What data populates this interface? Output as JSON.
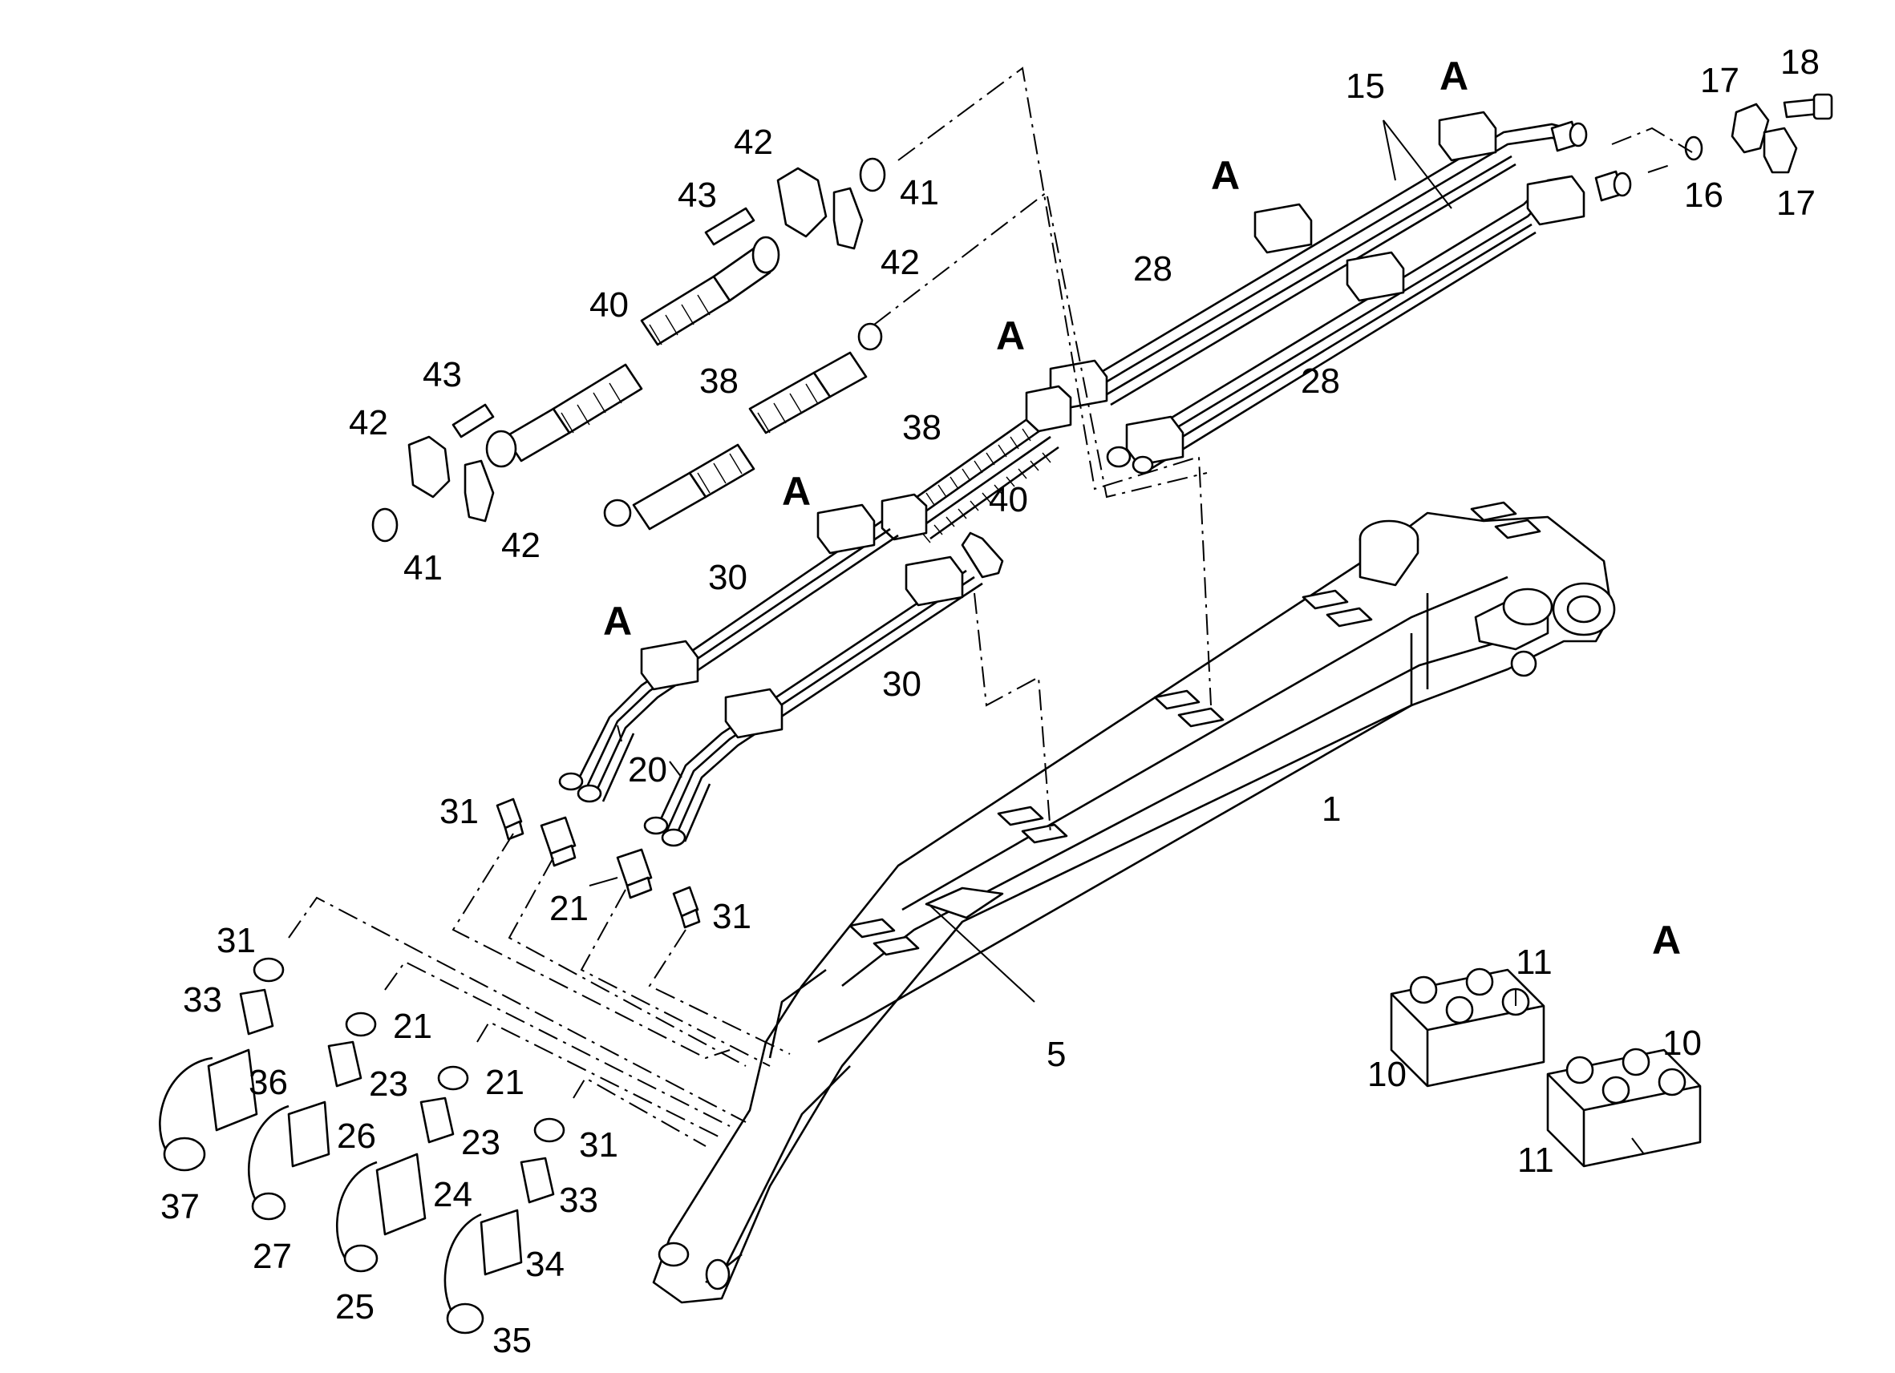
{
  "callouts": {
    "c1": "1",
    "c5": "5",
    "c10a": "10",
    "c10b": "10",
    "c11a": "11",
    "c11b": "11",
    "c15": "15",
    "c16": "16",
    "c17a": "17",
    "c17b": "17",
    "c18": "18",
    "c20": "20",
    "c21a": "21",
    "c21b": "21",
    "c21c": "21",
    "c23a": "23",
    "c23b": "23",
    "c24": "24",
    "c25": "25",
    "c26": "26",
    "c27": "27",
    "c28a": "28",
    "c28b": "28",
    "c30a": "30",
    "c30b": "30",
    "c31a": "31",
    "c31b": "31",
    "c31c": "31",
    "c31d": "31",
    "c33a": "33",
    "c33b": "33",
    "c34": "34",
    "c35": "35",
    "c36": "36",
    "c37": "37",
    "c38a": "38",
    "c38b": "38",
    "c40a": "40",
    "c40b": "40",
    "c41a": "41",
    "c41b": "41",
    "c42a": "42",
    "c42b": "42",
    "c42c": "42",
    "c42d": "42",
    "c43a": "43",
    "c43b": "43"
  },
  "section_marks": {
    "a1": "A",
    "a2": "A",
    "a3": "A",
    "a4": "A",
    "a5": "A",
    "detail": "A"
  }
}
